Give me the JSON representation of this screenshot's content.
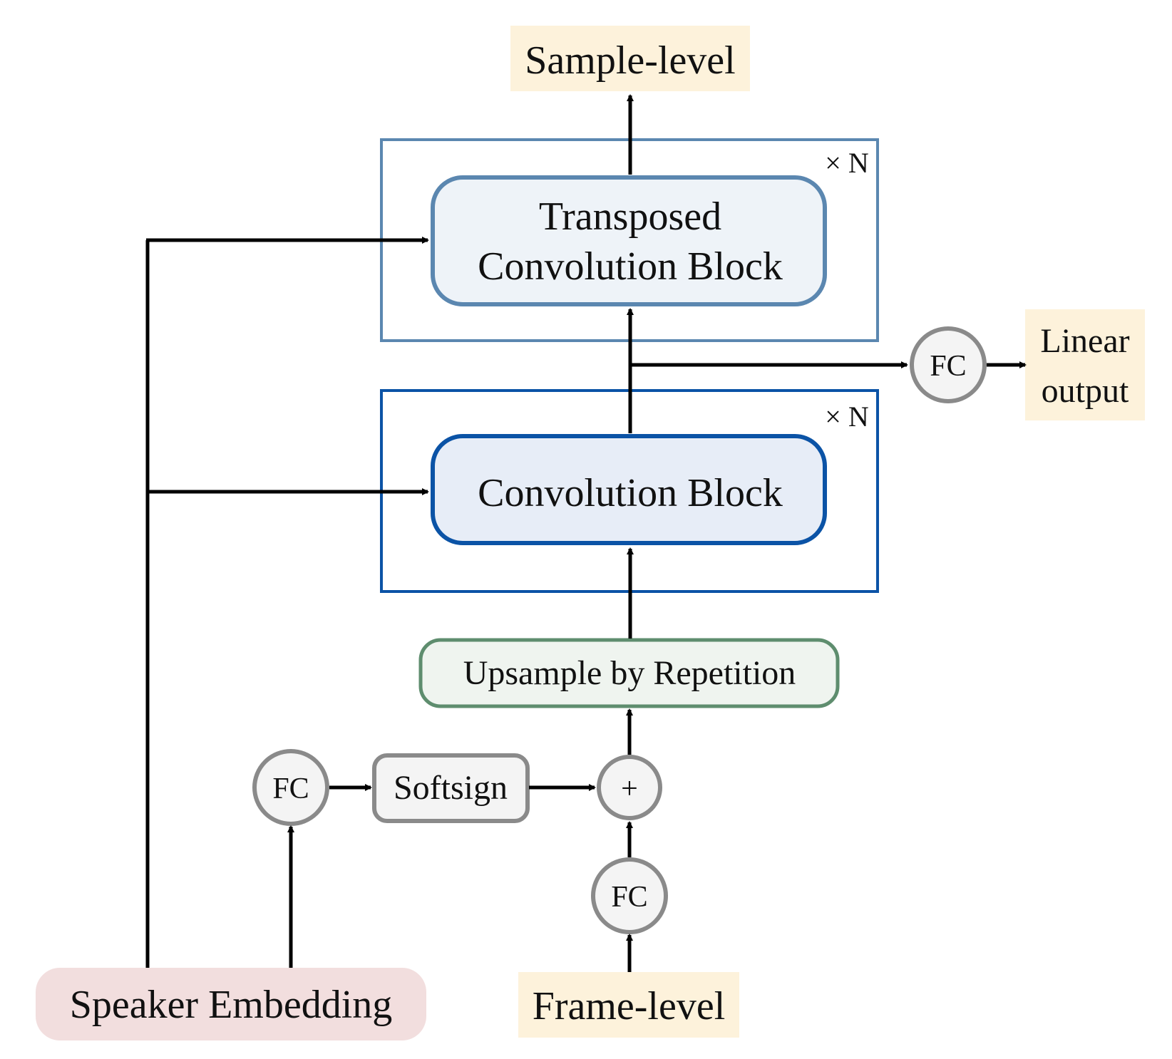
{
  "diagram": {
    "output_label": "Sample-level",
    "input_label": "Frame-level",
    "speaker_label": "Speaker Embedding",
    "transposed_block_line1": "Transposed",
    "transposed_block_line2": "Convolution Block",
    "conv_block_label": "Convolution Block",
    "repeat_label_top": "× N",
    "repeat_label_bottom": "× N",
    "upsample_label": "Upsample by Repetition",
    "softsign_label": "Softsign",
    "plus_label": "+",
    "fc_right_label": "FC",
    "fc_left_label": "FC",
    "fc_bottom_label": "FC",
    "linear_output_line1": "Linear",
    "linear_output_line2": "output"
  },
  "colors": {
    "highlight_fill": "#fdf2db",
    "speaker_fill": "#f2dede",
    "transposed_border": "#5b87b0",
    "transposed_fill": "#eef3f8",
    "conv_border": "#0b53a6",
    "conv_fill": "#e7edf7",
    "upsample_border": "#5e8d6e",
    "upsample_fill": "#eff4ef",
    "gray_border": "#8a8a8a",
    "gray_fill": "#f4f4f4",
    "arrow": "#000000"
  }
}
